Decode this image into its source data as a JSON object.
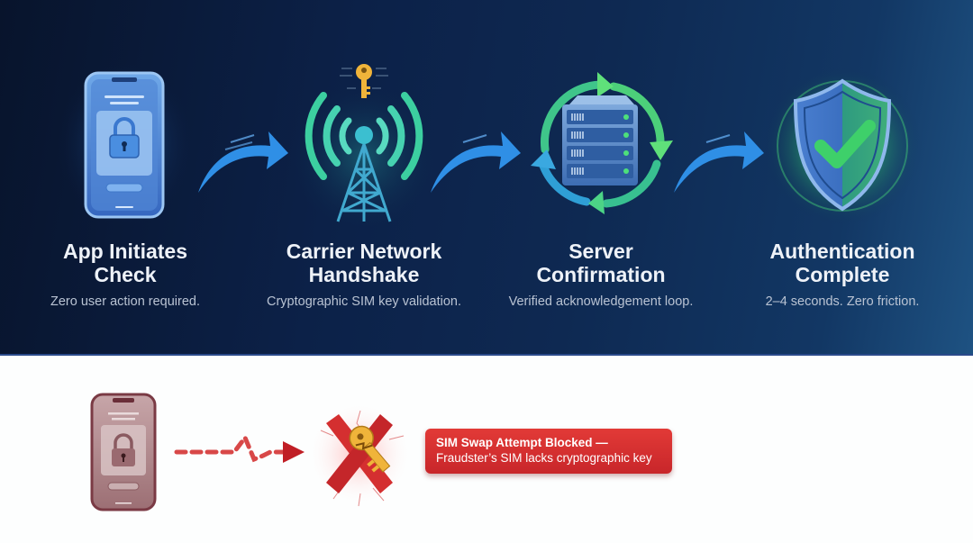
{
  "flow": {
    "steps": [
      {
        "title_line1": "App Initiates",
        "title_line2": "Check",
        "description": "Zero user action required.",
        "icon": "smartphone-lock-icon"
      },
      {
        "title_line1": "Carrier Network",
        "title_line2": "Handshake",
        "description": "Cryptographic SIM key validation.",
        "icon": "cell-tower-key-icon"
      },
      {
        "title_line1": "Server",
        "title_line2": "Confirmation",
        "description": "Verified acknowledgement loop.",
        "icon": "server-sync-icon"
      },
      {
        "title_line1": "Authentication",
        "title_line2": "Complete",
        "description": "2–4 seconds. Zero friction.",
        "icon": "shield-check-icon"
      }
    ],
    "connector_icon": "curved-arrow-right-icon"
  },
  "blocked": {
    "device_icon": "smartphone-lock-icon",
    "path_icon": "dashed-broken-arrow-icon",
    "blocked_icon": "broken-key-x-icon",
    "alert_title": "SIM Swap Attempt Blocked —",
    "alert_subtitle": "Fraudster’s SIM lacks cryptographic key"
  },
  "colors": {
    "panel_dark": "#08142c",
    "panel_light": "#1e5282",
    "accent_blue": "#2f8fe6",
    "accent_green": "#3ecf6a",
    "alert_red": "#d42f30",
    "key_gold": "#f0b43a"
  }
}
